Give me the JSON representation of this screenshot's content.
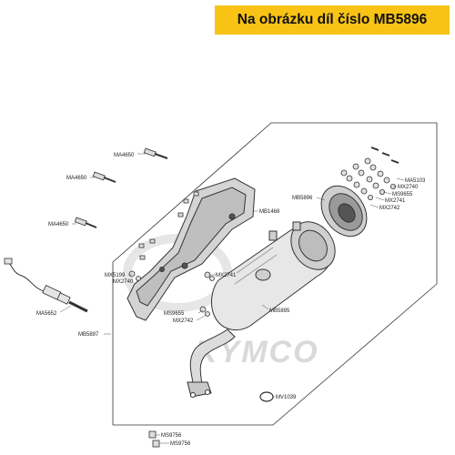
{
  "banner": {
    "text": "Na obrázku díl číslo MB5896"
  },
  "watermark": "KYMCO",
  "colors": {
    "banner": "#f8c315",
    "callout": "#e02020",
    "line": "#333333"
  },
  "labels": {
    "ma4650_a": "MA4650",
    "ma4650_b": "MA4650",
    "ma4650_c": "MA4650",
    "ma5652": "MA5652",
    "mx5199": "MX5199",
    "mx2740_a": "MX2740",
    "mb5897": "MB5897",
    "mb1468": "MB1468",
    "mx2741_a": "MX2741",
    "ms9655_a": "MS9655",
    "mx2742_a": "MX2742",
    "mb5895": "MB5895",
    "mb5896": "MB5896",
    "ma5103": "MA5103",
    "mx2740_b": "MX2740",
    "ms9655_b": "MS9655",
    "mx2741_b": "MX2741",
    "mx2742_b": "MX2742",
    "mv1039": "MV1039",
    "ms9756_a": "MS9756",
    "ms9756_b": "MS9756"
  }
}
